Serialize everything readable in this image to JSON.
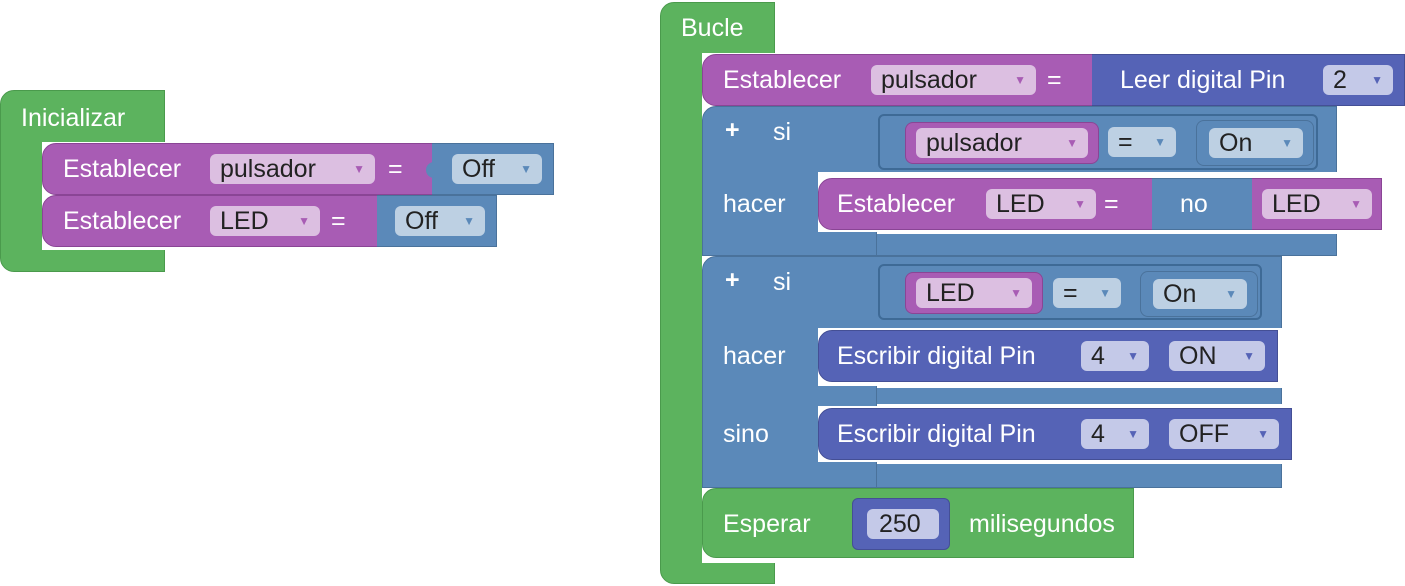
{
  "init": {
    "title": "Inicializar",
    "rows": [
      {
        "verb": "Establecer",
        "var": "pulsador",
        "op": "=",
        "value": "Off"
      },
      {
        "verb": "Establecer",
        "var": "LED",
        "op": "=",
        "value": "Off"
      }
    ]
  },
  "loop": {
    "title": "Bucle",
    "set_read": {
      "verb": "Establecer",
      "var": "pulsador",
      "op": "=",
      "read_label": "Leer digital Pin",
      "pin": "2"
    },
    "if1": {
      "plus": "+",
      "si": "si",
      "cond_var": "pulsador",
      "cond_op": "=",
      "cond_val": "On",
      "hacer": "hacer",
      "set_verb": "Establecer",
      "set_var": "LED",
      "set_op": "=",
      "not_label": "no",
      "not_var": "LED"
    },
    "if2": {
      "plus": "+",
      "si": "si",
      "cond_var": "LED",
      "cond_op": "=",
      "cond_val": "On",
      "hacer": "hacer",
      "write1_label": "Escribir digital Pin",
      "write1_pin": "4",
      "write1_val": "ON",
      "sino": "sino",
      "write2_label": "Escribir digital Pin",
      "write2_pin": "4",
      "write2_val": "OFF"
    },
    "wait": {
      "label": "Esperar",
      "value": "250",
      "unit": "milisegundos"
    }
  },
  "colors": {
    "event": "#5cb35e",
    "variable": "#a85cb4",
    "logic": "#5b89b9",
    "io": "#5563b6"
  },
  "icons": {
    "dropdown": "triangle-down-icon",
    "mutator": "plus-icon"
  }
}
